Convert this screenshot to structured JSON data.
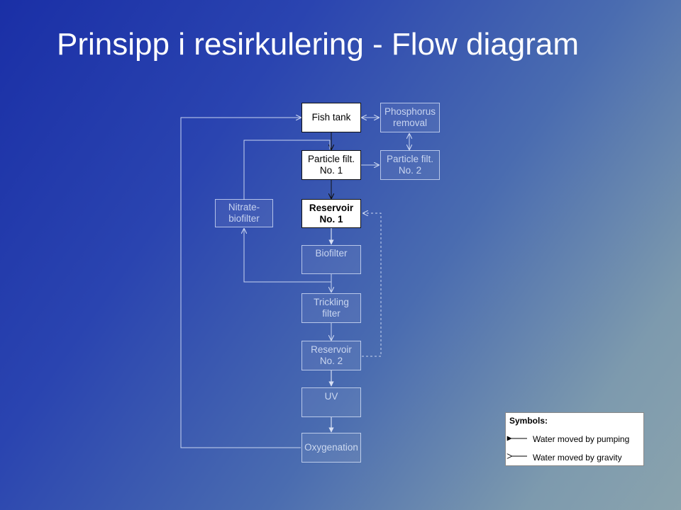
{
  "title": "Prinsipp i resirkulering - Flow diagram",
  "nodes": {
    "fish_tank": "Fish tank",
    "phosphorus_removal": "Phosphorus removal",
    "particle_filt_1": "Particle filt. No. 1",
    "particle_filt_2": "Particle filt. No. 2",
    "nitrate_biofilter": "Nitrate-biofilter",
    "reservoir_1": "Reservoir No. 1",
    "biofilter": "Biofilter",
    "trickling_filter": "Trickling filter",
    "reservoir_2": "Reservoir No. 2",
    "uv": "UV",
    "oxygenation": "Oxygenation"
  },
  "legend": {
    "title": "Symbols:",
    "pumping": "Water moved by pumping",
    "gravity": "Water moved by gravity"
  },
  "colors": {
    "active_box": "#ffffff",
    "faded_line": "#c8d4f0",
    "dark_line": "#111111"
  }
}
